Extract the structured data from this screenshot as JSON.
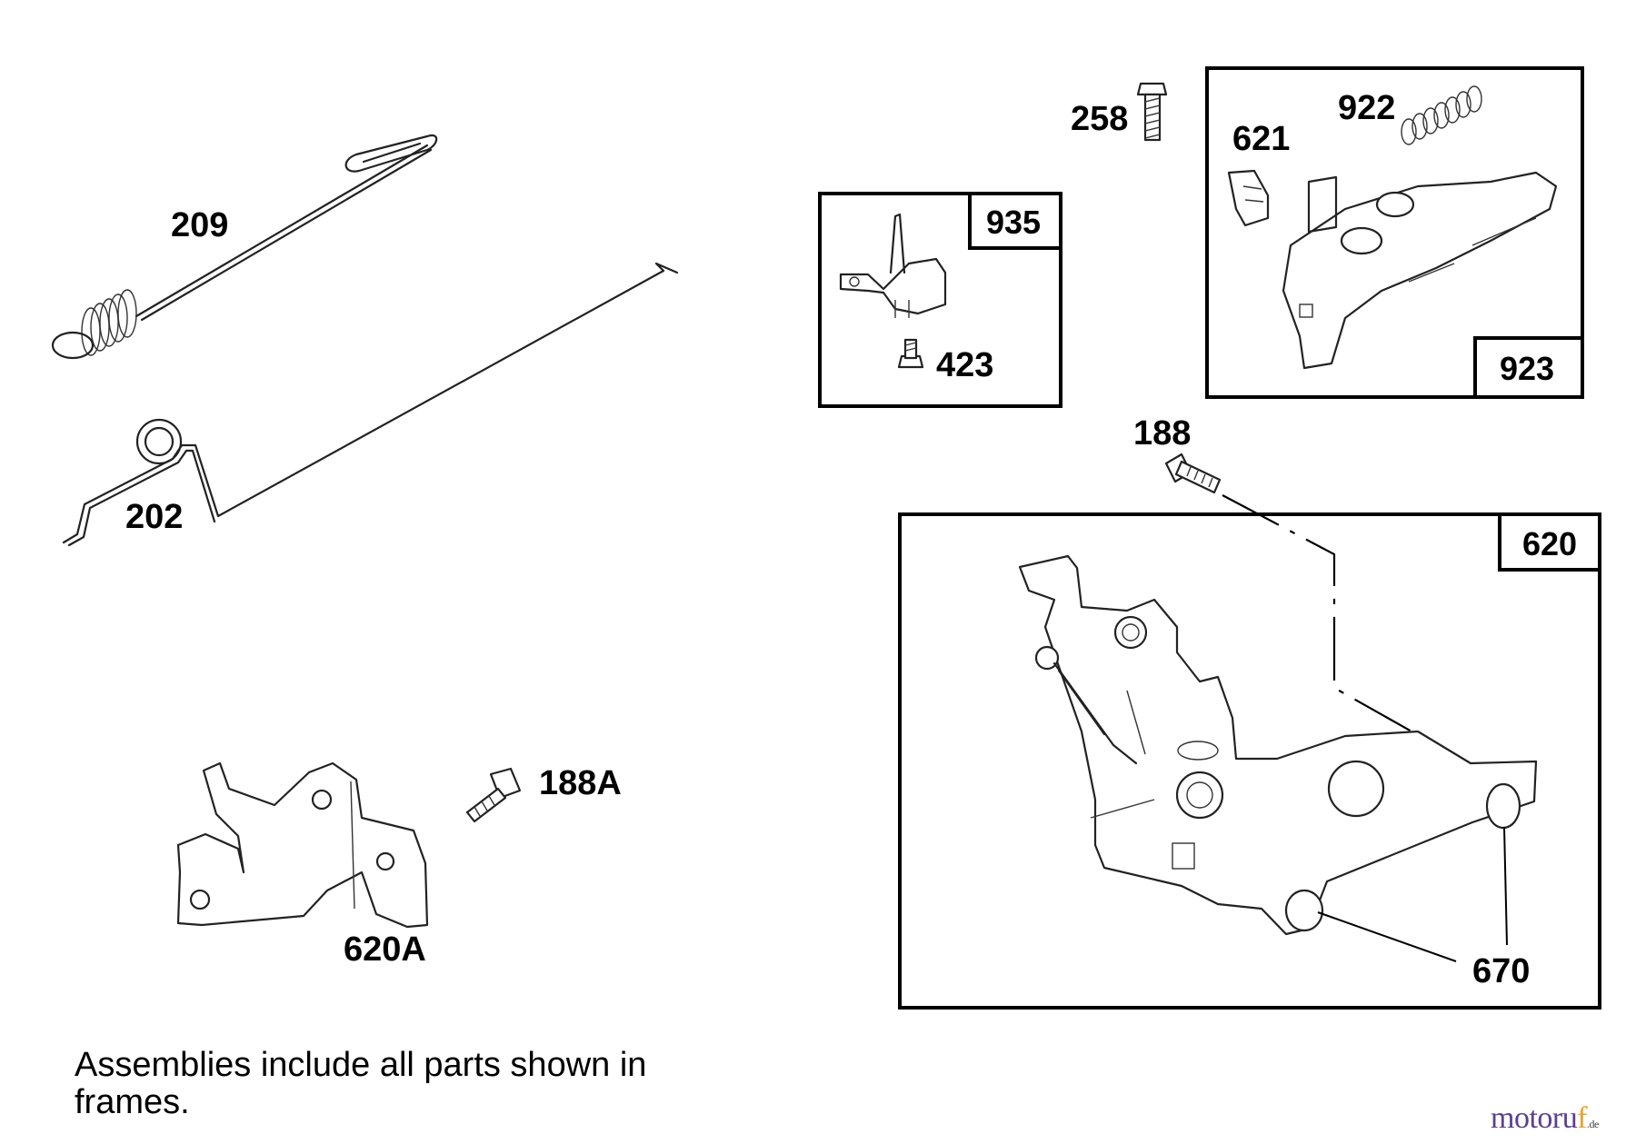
{
  "parts": {
    "p209": "209",
    "p202": "202",
    "p258": "258",
    "p922": "922",
    "p621": "621",
    "p935": "935",
    "p423": "423",
    "p923": "923",
    "p188": "188",
    "p620": "620",
    "p188A": "188A",
    "p620A": "620A",
    "p670": "670"
  },
  "note": "Assemblies include all parts shown in frames.",
  "watermark": {
    "main": "motoru",
    "accent": "f",
    "tld": ".de"
  },
  "colors": {
    "line": "#222222",
    "watermark_main": "#5b3f8f",
    "watermark_accent": "#e8a32c"
  }
}
